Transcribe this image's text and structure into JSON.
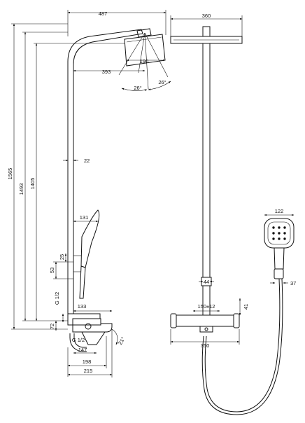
{
  "drawing": {
    "dimensions": {
      "overall_height": "1565",
      "outlet_height": "1493",
      "column_height": "1405",
      "head_reach": "487",
      "head_width": "360",
      "arm_reach": "393",
      "head_diameter": "190",
      "spray_angle_left": "26°",
      "spray_angle_right": "26°",
      "wall_distance": "22",
      "handshower_length": "131",
      "holder_width": "25",
      "holder_height": "53",
      "thread_size": "G 1/2",
      "mixer_depth": "133",
      "bottom_offset": "72",
      "inlet_thread": "G 1/2",
      "spout_tilt": "21°",
      "spout_reach": "147",
      "shelf_depth": "198",
      "total_depth": "215",
      "handle_spacing": "44",
      "inlet_centres": "150±12",
      "mixer_width": "350",
      "mixer_height": "41",
      "handshower_head_width": "122",
      "handle_width": "37"
    }
  }
}
